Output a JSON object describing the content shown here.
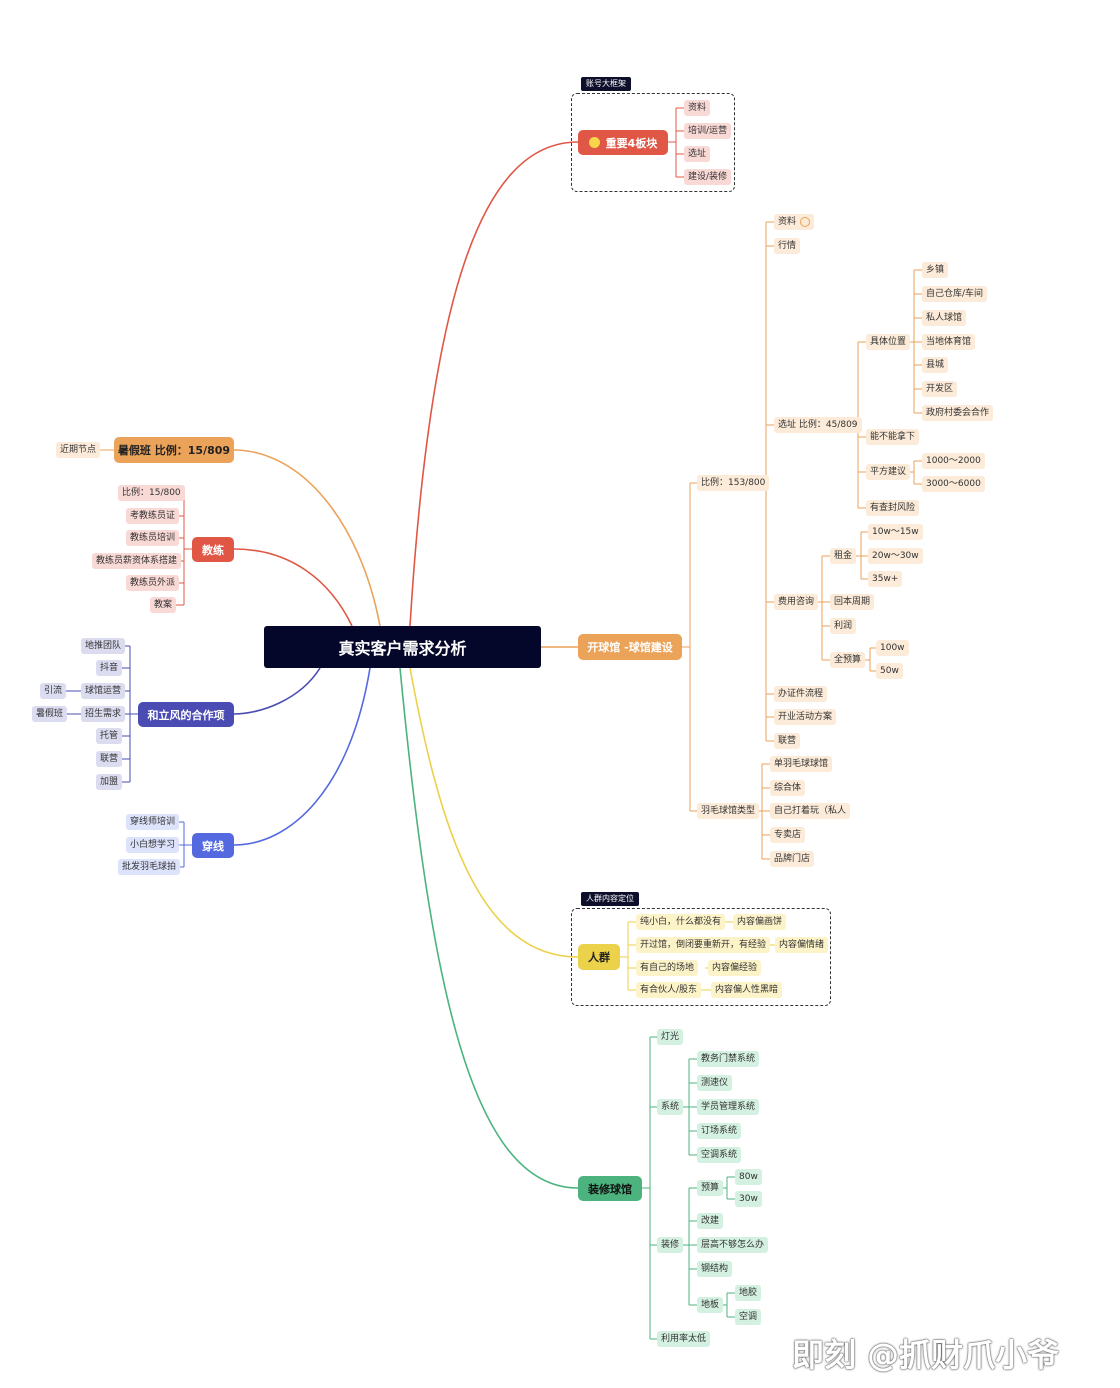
{
  "root": "真实客户需求分析",
  "colors": {
    "red": "#e05746",
    "orange": "#eba259",
    "purple": "#4a4bb3",
    "blue": "#5469e0",
    "yellow": "#ecd14a",
    "green": "#4cb37e",
    "dark": "#05072a"
  },
  "account": {
    "box_label": "账号大框架",
    "title": "重要4板块",
    "icon": "flag-icon",
    "items": [
      "资料",
      "培训/运营",
      "选址",
      "建设/装修"
    ]
  },
  "open": {
    "title": "开球馆 -球馆建设",
    "ratio": "比例：153/800",
    "materials": "资料",
    "market": "行情",
    "site": "选址 比例：45/809",
    "position": "具体位置",
    "position_items": [
      "乡镇",
      "自己仓库/车间",
      "私人球馆",
      "当地体育馆",
      "县城",
      "开发区",
      "政府村委会合作"
    ],
    "no_buy": "能不能拿下",
    "area": "平方建议",
    "area_items": [
      "1000～2000",
      "3000～6000"
    ],
    "risk": "有查封风险",
    "cost": "费用咨询",
    "rent": "租金",
    "rent_items": [
      "10w～15w",
      "20w～30w",
      "35w+"
    ],
    "payback": "回本周期",
    "profit": "利润",
    "budget": "全预算",
    "budget_items": [
      "100w",
      "50w"
    ],
    "license": "办证件流程",
    "opening": "开业活动方案",
    "joint": "联营",
    "type": "羽毛球馆类型",
    "type_items": [
      "单羽毛球球馆",
      "综合体",
      "自己打着玩（私人",
      "专卖店",
      "品牌门店"
    ]
  },
  "crowd": {
    "box_label": "人群内容定位",
    "title": "人群",
    "rows": [
      {
        "who": "纯小白，什么都没有",
        "content": "内容偏画饼"
      },
      {
        "who": "开过馆，倒闭要重新开，有经验",
        "content": "内容偏情绪"
      },
      {
        "who": "有自己的场地",
        "content": "内容偏经验"
      },
      {
        "who": "有合伙人/股东",
        "content": "内容偏人性黑暗"
      }
    ]
  },
  "deco": {
    "title": "装修球馆",
    "light": "灯光",
    "system": "系统",
    "system_items": [
      "教务门禁系统",
      "测速仪",
      "学员管理系统",
      "订场系统",
      "空调系统"
    ],
    "renovation": "装修",
    "budget": "预算",
    "budget_items": [
      "80w",
      "30w"
    ],
    "rebuild": "改建",
    "height": "层高不够怎么办",
    "steel": "钢结构",
    "floor": "地板",
    "floor_items": [
      "地胶",
      "空调"
    ],
    "usage": "利用率太低"
  },
  "summer": {
    "title": "暑假班 比例：15/809",
    "near": "近期节点"
  },
  "coach": {
    "title": "教练",
    "items": [
      "比例：15/800",
      "考教练员证",
      "教练员培训",
      "教练员薪资体系搭建",
      "教练员外派",
      "教案"
    ]
  },
  "partner": {
    "title": "和立风的合作项",
    "items": [
      "地推团队",
      "抖音",
      "球馆运营",
      "招生需求",
      "托管",
      "联营",
      "加盟"
    ],
    "sub_ops": "引流",
    "sub_enroll": "暑假班"
  },
  "stringing": {
    "title": "穿线",
    "items": [
      "穿线师培训",
      "小白想学习",
      "批发羽毛球拍"
    ]
  },
  "watermark": "即刻 @抓财爪小爷"
}
